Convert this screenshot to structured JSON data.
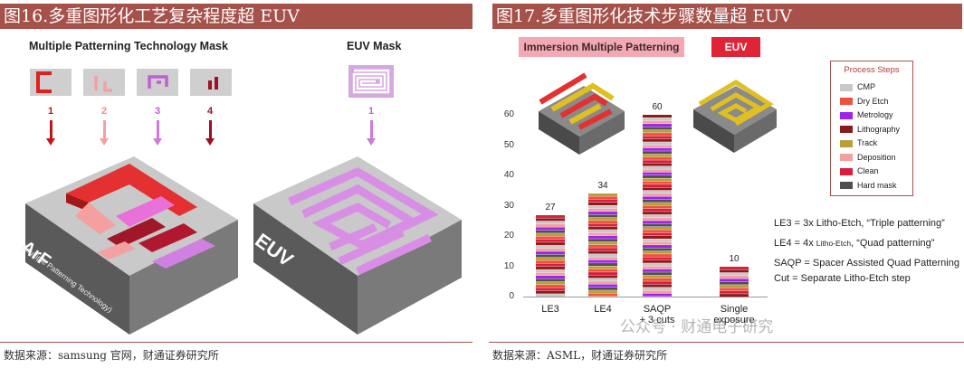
{
  "left": {
    "fig_title": "图16.多重图形化工艺复杂程度超 EUV",
    "mp_heading": "Multiple Patterning Technology Mask",
    "euv_heading": "EUV Mask",
    "mp_steps": [
      "1",
      "2",
      "3",
      "4"
    ],
    "euv_step": "1",
    "arf_label": "ArF",
    "arf_sub": "(Multiple Patterning Technology)",
    "euv_label": "EUV",
    "source": "数据来源：samsung 官网，财通证券研究所"
  },
  "right": {
    "fig_title": "图17.多重图形化技术步骤数量超 EUV",
    "tag_imm": "Immersion Multiple Patterning",
    "tag_euv": "EUV",
    "legend_title": "Process Steps",
    "notes": [
      {
        "prefix": "LE3 = 3x Litho-Etch, “Triple patterning”",
        "small": ""
      },
      {
        "prefix": "LE4 = 4x ",
        "small": "Litho-Etch",
        "suffix": ", “Quad patterning”"
      },
      {
        "prefix": "SAQP = Spacer Assisted Quad Patterning",
        "small": ""
      },
      {
        "prefix": "Cut = Separate Litho-Etch step",
        "small": ""
      }
    ],
    "source": "数据来源：ASML，财通证券研究所",
    "watermark": "公众号 · 财通电子研究"
  },
  "chart_data": {
    "type": "bar",
    "categories": [
      "LE3",
      "LE4",
      "SAQP\n+ 3 cuts",
      "Single\nexposure"
    ],
    "values": [
      27,
      34,
      60,
      10
    ],
    "ylim": [
      0,
      60
    ],
    "yticks": [
      0,
      10,
      20,
      30,
      40,
      50,
      60
    ],
    "legend": [
      {
        "name": "CMP",
        "color": "#c8c8c8"
      },
      {
        "name": "Dry Etch",
        "color": "#f0503c"
      },
      {
        "name": "Metrology",
        "color": "#a020f0"
      },
      {
        "name": "Lithography",
        "color": "#8b1a1a"
      },
      {
        "name": "Track",
        "color": "#b8a038"
      },
      {
        "name": "Deposition",
        "color": "#f4a0a0"
      },
      {
        "name": "Clean",
        "color": "#d81e3c"
      },
      {
        "name": "Hard mask",
        "color": "#505050"
      }
    ],
    "legend_placement": "right"
  }
}
